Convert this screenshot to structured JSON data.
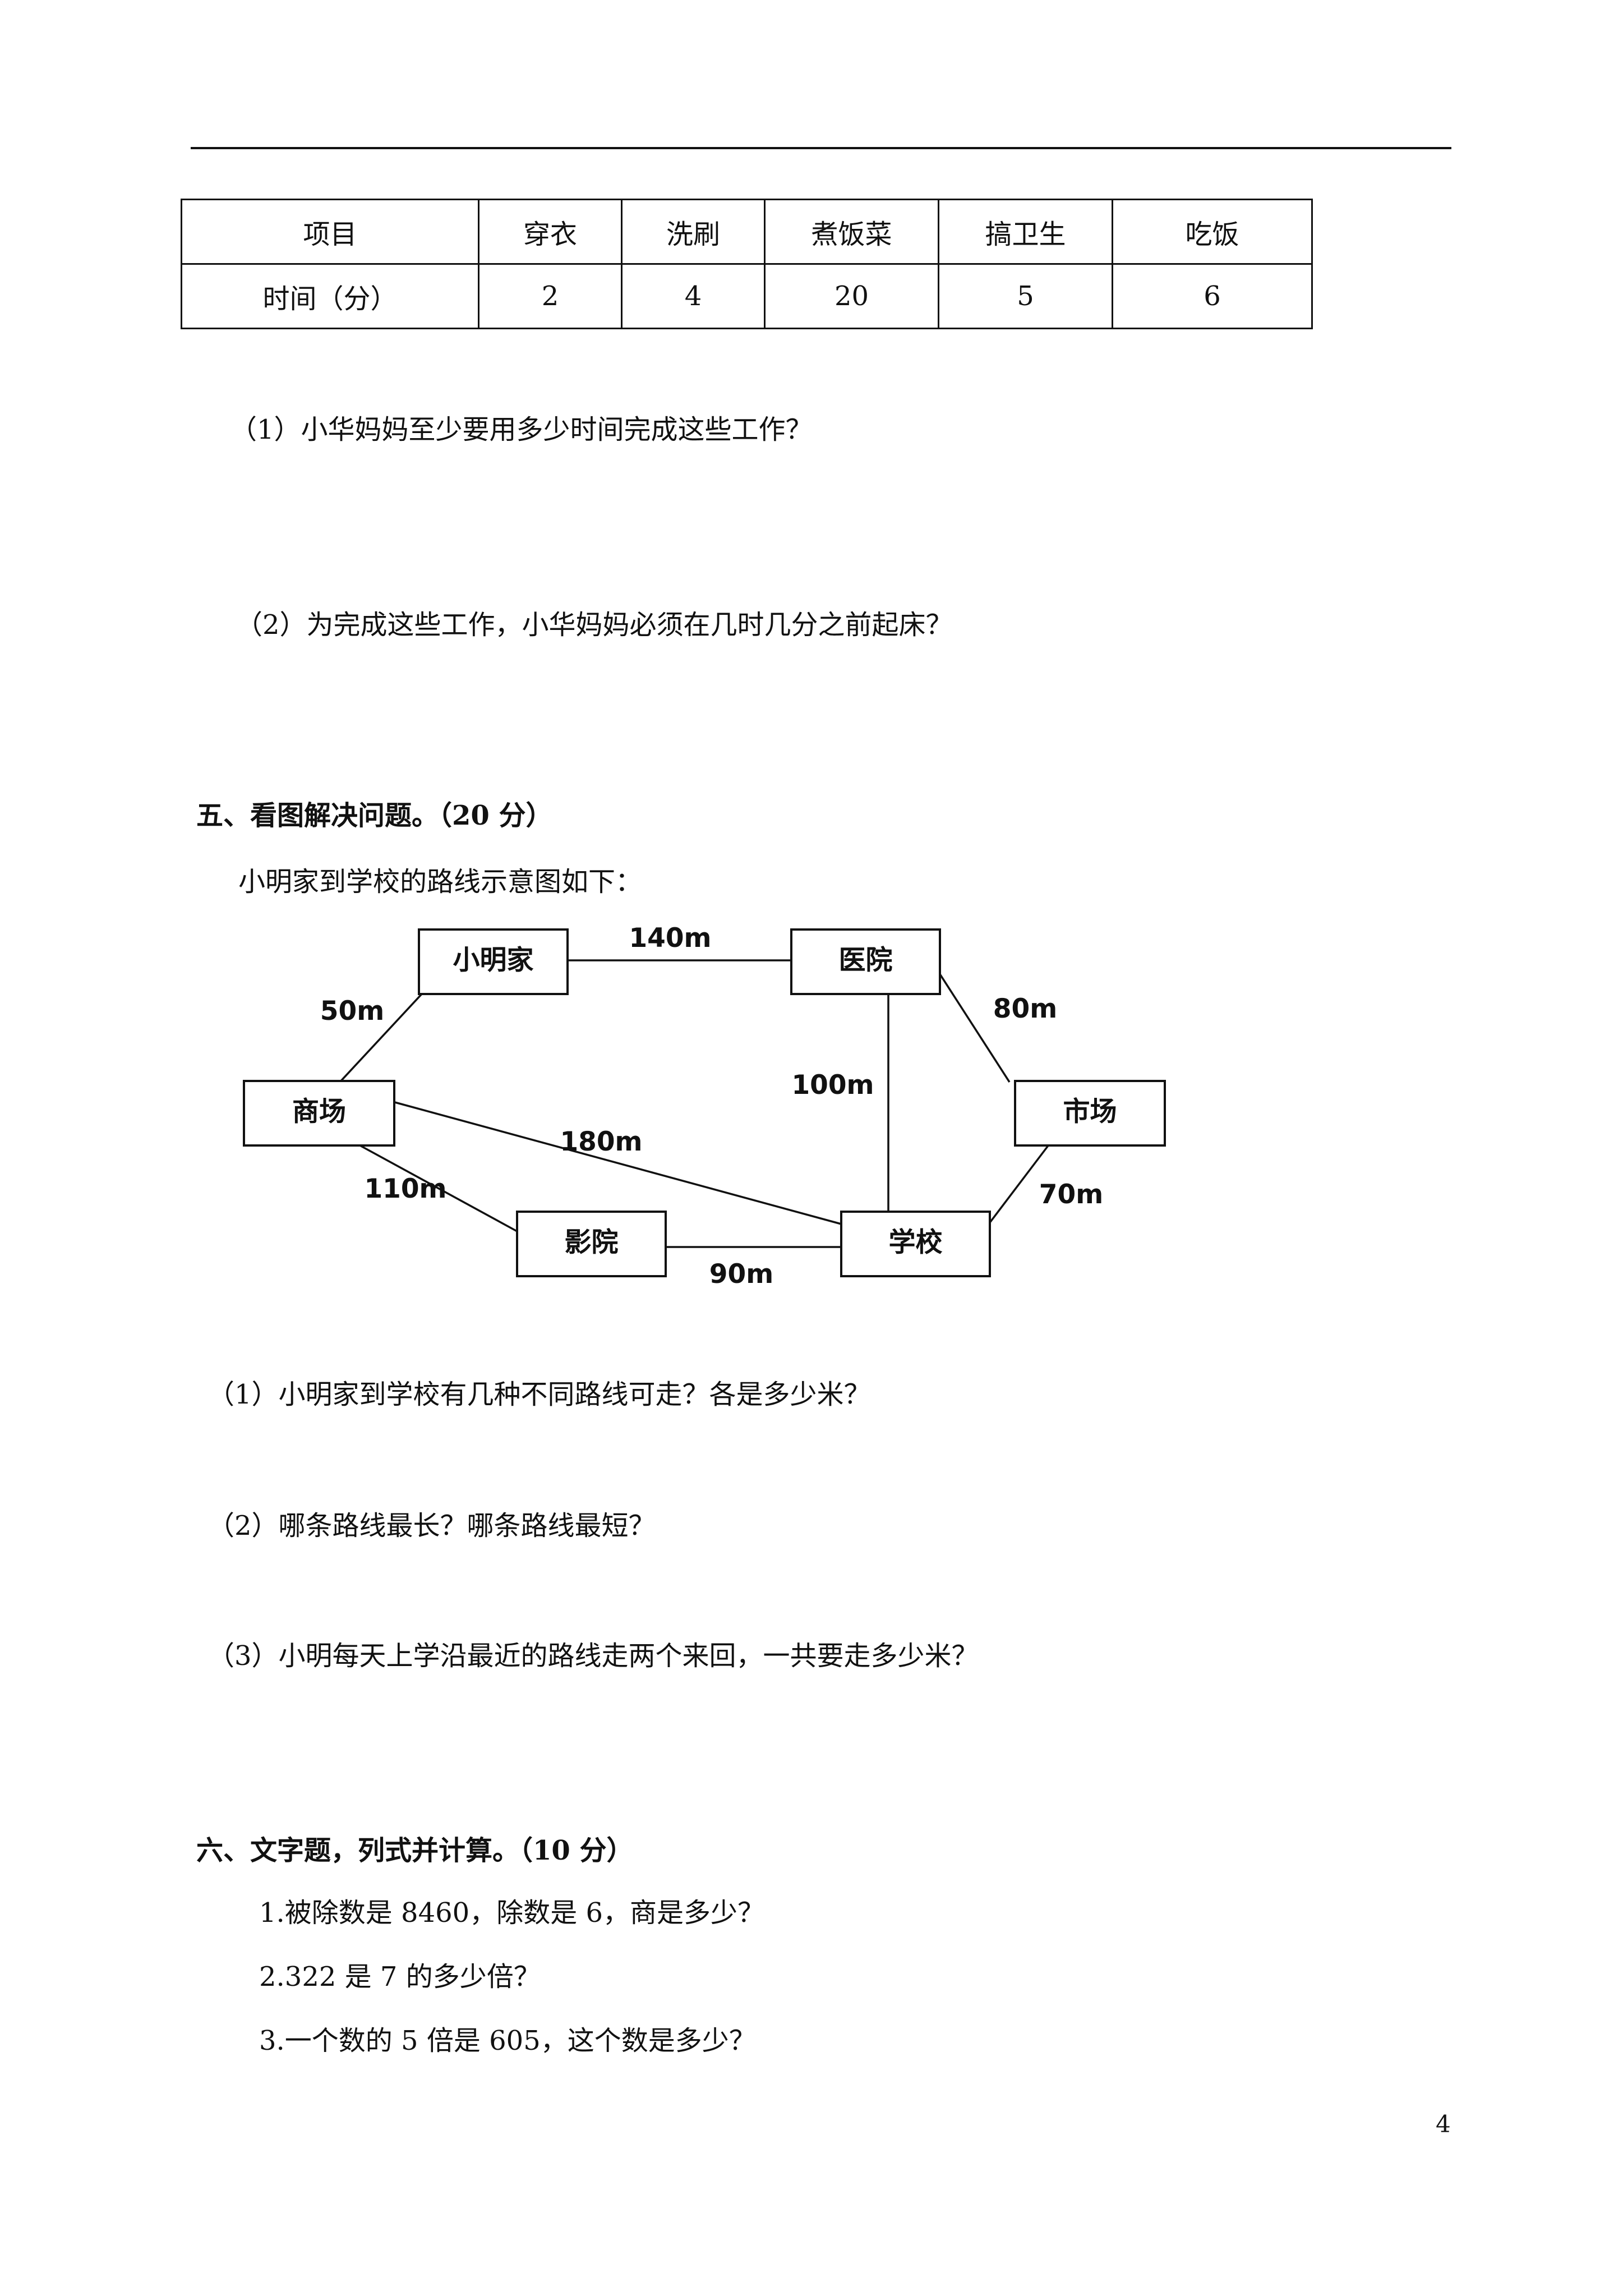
{
  "table": {
    "header": [
      "项目",
      "穿衣",
      "洗刷",
      "煮饭菜",
      "搞卫生",
      "吃饭"
    ],
    "row": [
      "时间（分）",
      "2",
      "4",
      "20",
      "5",
      "6"
    ]
  },
  "section4": {
    "q1": "（1）小华妈妈至少要用多少时间完成这些工作？",
    "q2": "（2）为完成这些工作，小华妈妈必须在几时几分之前起床？"
  },
  "section5": {
    "heading": "五、看图解决问题。（20 分）",
    "intro": "小明家到学校的路线示意图如下：",
    "diagram": {
      "nodes": {
        "home": "小明家",
        "hospital": "医院",
        "mall": "商场",
        "market": "市场",
        "cinema": "影院",
        "school": "学校"
      },
      "edges": {
        "home_hospital": "140m",
        "home_mall": "50m",
        "hospital_market": "80m",
        "hospital_school": "100m",
        "mall_school": "180m",
        "mall_cinema": "110m",
        "cinema_school": "90m",
        "market_school": "70m"
      }
    },
    "q1": "（1）小明家到学校有几种不同路线可走？各是多少米？",
    "q2": "（2）哪条路线最长？哪条路线最短？",
    "q3": "（3）小明每天上学沿最近的路线走两个来回，一共要走多少米？"
  },
  "section6": {
    "heading": "六、文字题，列式并计算。（10 分）",
    "items": [
      "1.被除数是 8460，除数是 6，商是多少？",
      "2.322 是 7 的多少倍？",
      "3.一个数的 5 倍是 605，这个数是多少？"
    ]
  },
  "page_number": "4"
}
